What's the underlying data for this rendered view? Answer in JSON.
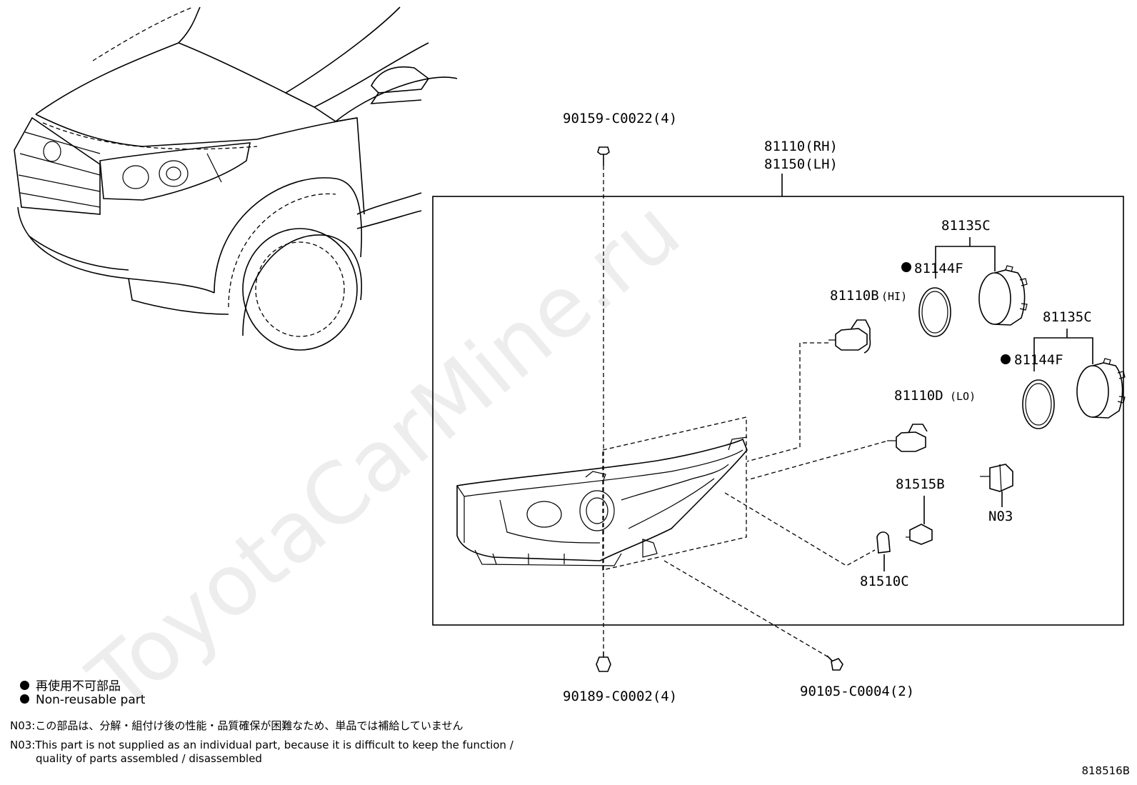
{
  "watermark": "ToyotaCarMine.ru",
  "labels": {
    "bolt_top": "90159-C0022(4)",
    "assembly_rh": "81110(RH)",
    "assembly_lh": "81150(LH)",
    "cover_1": "81135C",
    "seal_1": "81144F",
    "bulb_hi_num": "81110B",
    "bulb_hi_tag": "(HI)",
    "cover_2": "81135C",
    "seal_2": "81144F",
    "bulb_lo_num": "81110D",
    "bulb_lo_tag": "(LO)",
    "socket": "81515B",
    "actuator": "N03",
    "bulb_small": "81510C",
    "clip_bottom": "90189-C0002(4)",
    "screw_bottom": "90105-C0004(2)"
  },
  "legend": {
    "jp": "再使用不可部品",
    "en": "Non-reusable part"
  },
  "notes": {
    "jp": "N03:この部品は、分解・組付け後の性能・品質確保が困難なため、単品では補給していません",
    "en_line1": "N03:This part is not supplied as an individual part, because it is difficult to keep the function /",
    "en_line2": "quality of parts assembled / disassembled"
  },
  "diagram_code": "818516B"
}
